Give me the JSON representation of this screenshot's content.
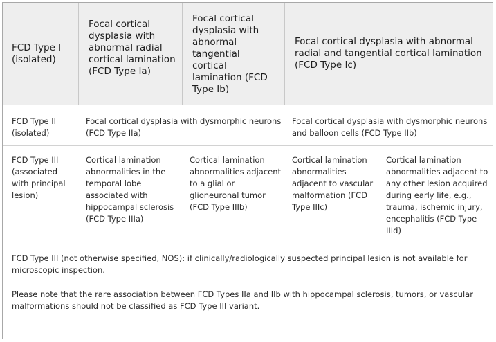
{
  "header": {
    "col1": "FCD Type I (isolated)",
    "col2": "Focal cortical dysplasia with abnormal radial cortical lamination (FCD Type Ia)",
    "col3": "Focal cortical dysplasia with abnormal tangential cortical lamination (FCD Type Ib)",
    "col4": "Focal cortical dysplasia with abnormal radial and tangential cortical lamination (FCD Type Ic)"
  },
  "type2": {
    "label": "FCD Type II (isolated)",
    "a": "Focal cortical dysplasia with dysmorphic neurons (FCD Type IIa)",
    "b": "Focal cortical dysplasia with dysmorphic neurons and balloon cells (FCD Type IIb)"
  },
  "type3": {
    "label": "FCD Type III (associated with principal lesion)",
    "a": "Cortical lamination abnormalities in the temporal lobe associated with hippocampal sclerosis (FCD Type IIIa)",
    "b": "Cortical lamination abnormalities adjacent to a glial or glioneuronal tumor (FCD Type IIIb)",
    "c": "Cortical lamination abnormalities adjacent to vascular malformation (FCD Type IIIc)",
    "d": "Cortical lamination abnormalities adjacent to any other lesion acquired during early life, e.g., trauma, ischemic injury, encephalitis (FCD Type IIId)"
  },
  "notes": {
    "nos": "FCD Type III (not otherwise specified, NOS): if clinically/radiologically suspected principal lesion is not available for microscopic inspection.",
    "rare": "Please note that the rare association between FCD Types IIa and IIb with hippocampal sclerosis, tumors, or vascular malformations should not be classified as FCD Type III variant."
  }
}
